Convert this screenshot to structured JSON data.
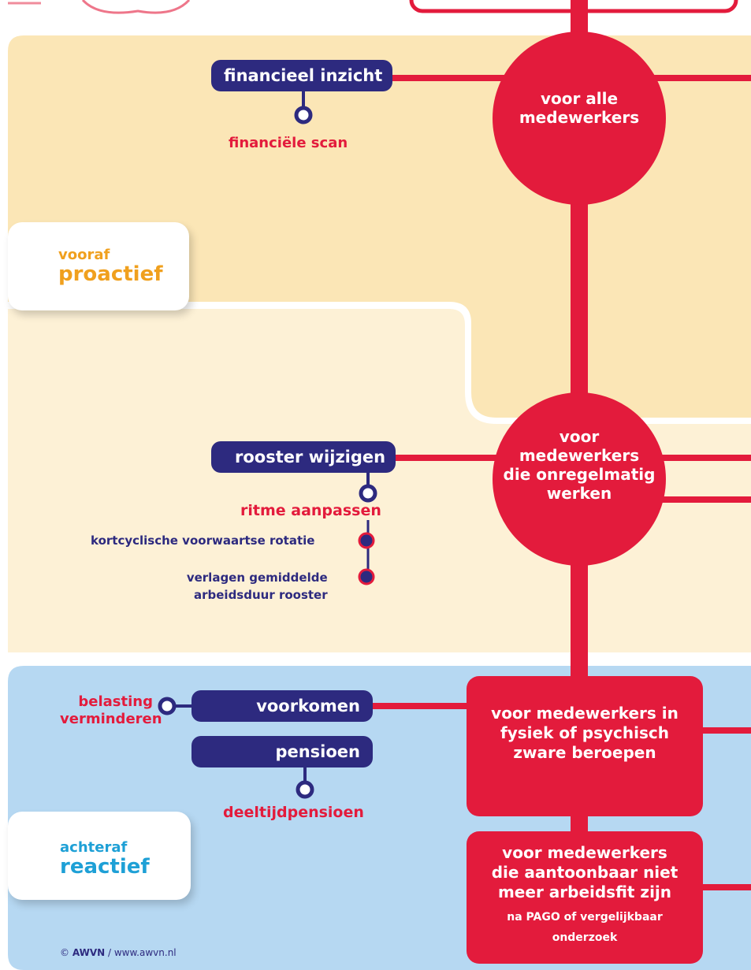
{
  "colors": {
    "red": "#e31b3c",
    "navy": "#2d2a7f",
    "orange": "#f0a01e",
    "blue": "#1ea0d6",
    "peach_dark": "#fbe6b6",
    "peach_light": "#fdf1d6",
    "light_blue": "#b6d8f2"
  },
  "top_section": {
    "pill": "financieel inzicht",
    "sub": "financiële scan",
    "circle": [
      "voor alle",
      "medewerkers"
    ]
  },
  "phase_proactive": {
    "small": "vooraf",
    "big": "proactief"
  },
  "middle_section": {
    "pill": "rooster wijzigen",
    "sub": "ritme aanpassen",
    "option1": "kortcyclische voorwaartse rotatie",
    "option2": [
      "verlagen gemiddelde",
      "arbeidsduur rooster"
    ],
    "circle": [
      "voor",
      "medewerkers",
      "die onregelmatig",
      "werken"
    ]
  },
  "bottom_section": {
    "belasting": [
      "belasting",
      "verminderen"
    ],
    "pill_voorkomen": "voorkomen",
    "pill_pensioen": "pensioen",
    "sub_pensioen": "deeltijdpensioen",
    "box1": [
      "voor medewerkers in",
      "fysiek of psychisch",
      "zware beroepen"
    ],
    "box2": [
      "voor medewerkers",
      "die aantoonbaar niet",
      "meer arbeidsfit zijn"
    ],
    "box2_note": [
      "na PAGO of vergelijkbaar",
      "onderzoek"
    ]
  },
  "phase_reactive": {
    "small": "achteraf",
    "big": "reactief"
  },
  "footer": {
    "copyright": "©",
    "brand": "AWVN",
    "url": "/ www.awvn.nl"
  }
}
